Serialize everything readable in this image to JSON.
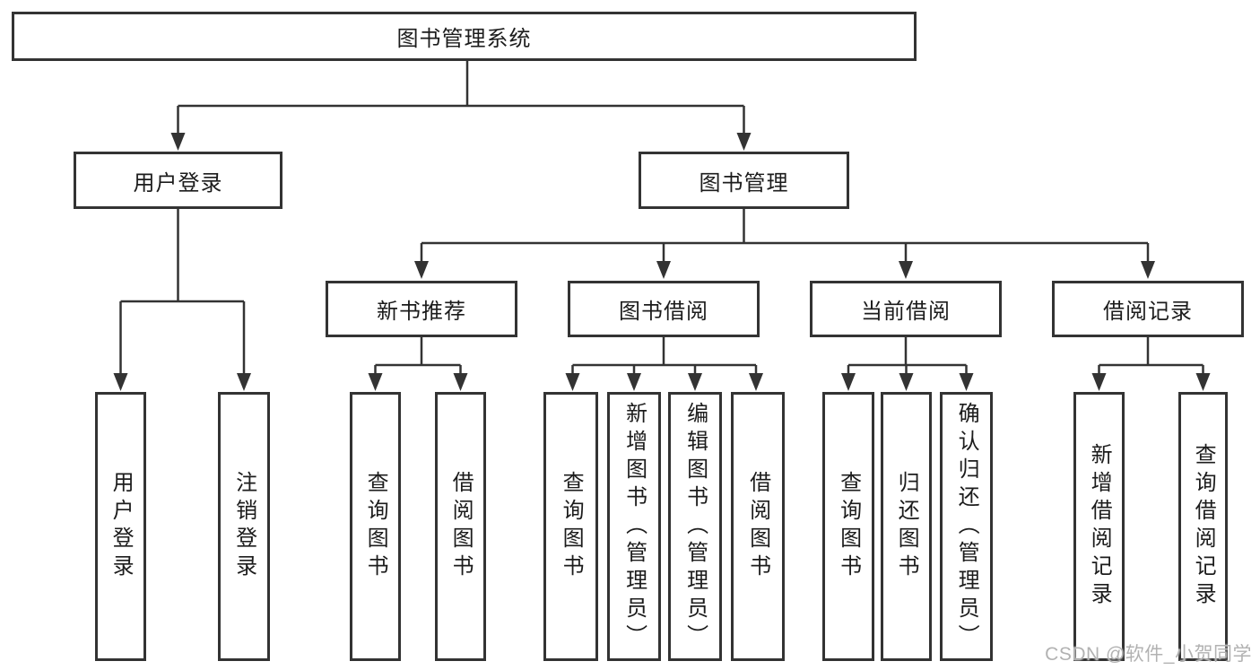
{
  "diagram": {
    "nodes": {
      "root": "图书管理系统",
      "user_login": "用户登录",
      "book_management": "图书管理",
      "new_book_recommend": "新书推荐",
      "book_borrowing": "图书借阅",
      "current_borrowing": "当前借阅",
      "borrowing_records": "借阅记录",
      "ul_user_login": "用户登录",
      "ul_logout": "注销登录",
      "nb_query_books": "查询图书",
      "nb_borrow_books": "借阅图书",
      "bb_query_books": "查询图书",
      "bb_add_books_admin": "新增图书（管理员）",
      "bb_edit_books_admin": "编辑图书（管理员）",
      "bb_borrow_books": "借阅图书",
      "cb_query_books": "查询图书",
      "cb_return_books": "归还图书",
      "cb_confirm_return_admin": "确认归还（管理员）",
      "br_add_record": "新增借阅记录",
      "br_query_record": "查询借阅记录"
    },
    "line_color": "#333333",
    "text_color": "#1c1c1c"
  },
  "watermark": {
    "text": "CSDN @软件_小贺同学",
    "color": "#b2b2b2"
  }
}
